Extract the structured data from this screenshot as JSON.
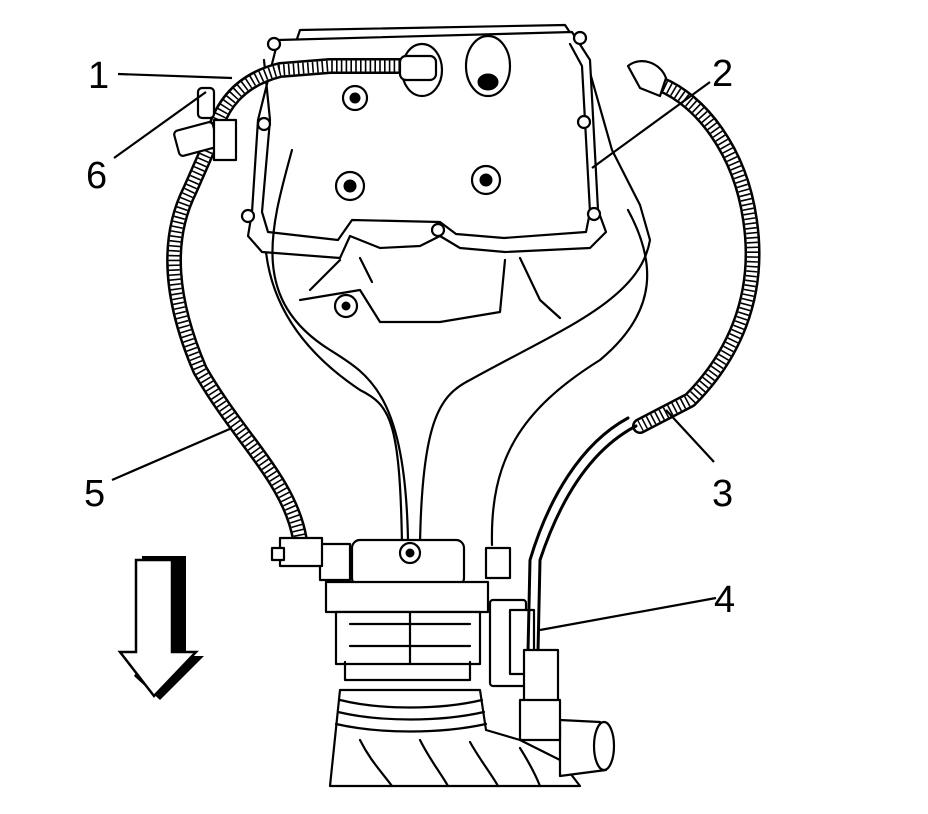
{
  "figure": {
    "callouts": [
      {
        "id": "1",
        "label": "1"
      },
      {
        "id": "2",
        "label": "2"
      },
      {
        "id": "3",
        "label": "3"
      },
      {
        "id": "4",
        "label": "4"
      },
      {
        "id": "5",
        "label": "5"
      },
      {
        "id": "6",
        "label": "6"
      }
    ],
    "direction_arrow": "down-arrow-icon"
  }
}
